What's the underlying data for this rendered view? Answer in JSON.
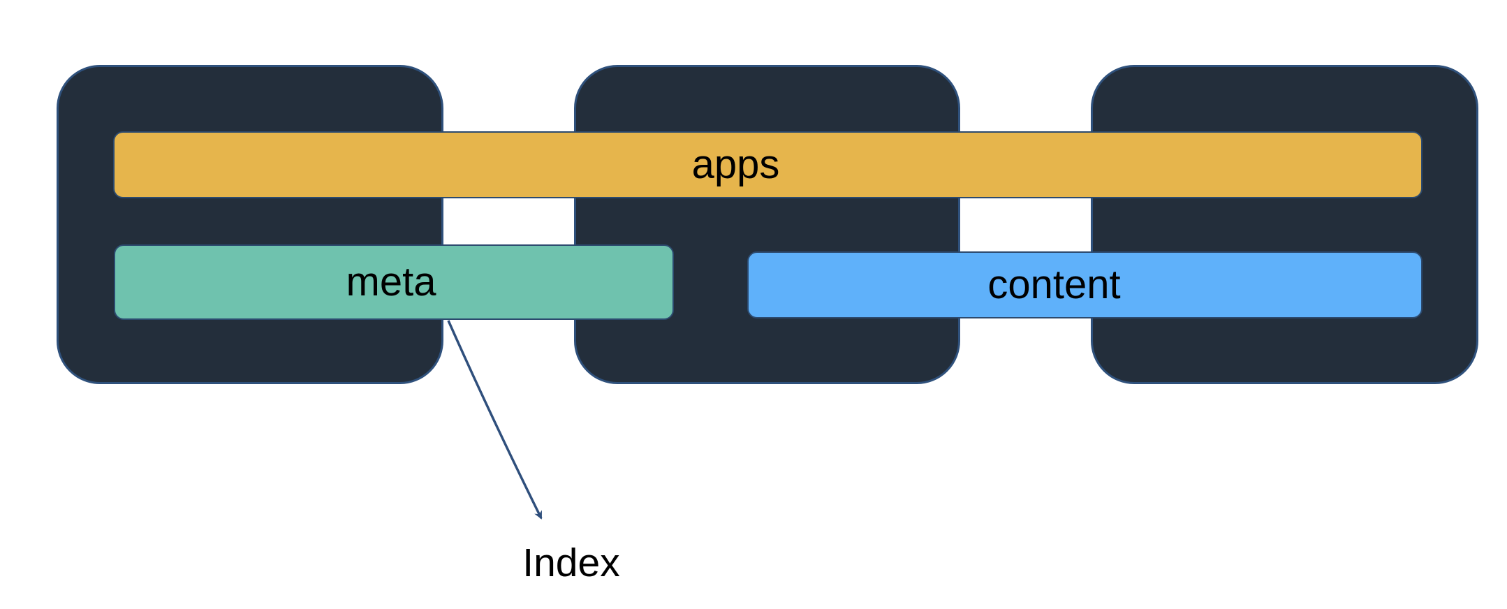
{
  "diagram": {
    "background": "#ffffff",
    "text_color": "#000000",
    "blocks": {
      "count": 3,
      "fill": "#232e3b",
      "border_color": "#2f517c"
    },
    "bars": {
      "apps": {
        "label": "apps",
        "color": "#e6b54c",
        "spans": "all three blocks"
      },
      "meta": {
        "label": "meta",
        "color": "#6fc2ae",
        "spans": "left block into middle block"
      },
      "content": {
        "label": "content",
        "color": "#5fb1fa",
        "spans": "middle block into right block"
      }
    },
    "annotation": {
      "label": "Index",
      "arrow_color": "#2f4f7c"
    }
  }
}
